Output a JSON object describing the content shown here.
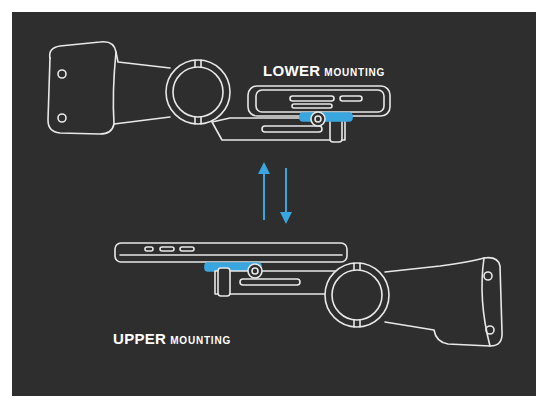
{
  "diagram": {
    "labels": [
      "LOWER",
      "MOUNTING",
      "UPPER",
      "MOUNTING"
    ]
  }
}
